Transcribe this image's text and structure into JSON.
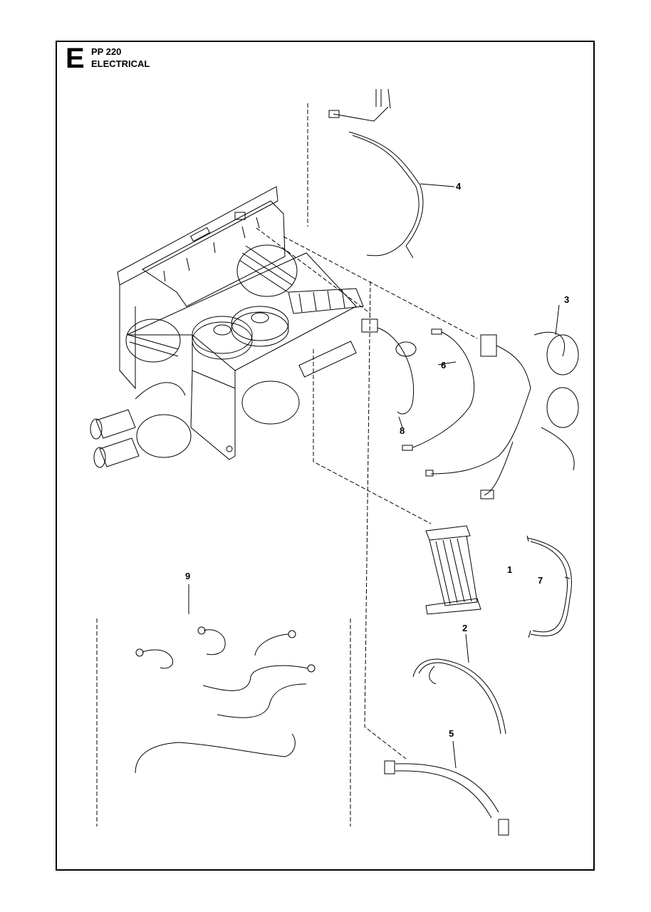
{
  "header": {
    "section_letter": "E",
    "model": "PP 220",
    "group": "ELECTRICAL"
  },
  "callouts": {
    "c1": "1",
    "c2": "2",
    "c3": "3",
    "c4": "4",
    "c5": "5",
    "c6": "6",
    "c7": "7",
    "c8": "8",
    "c9": "9"
  }
}
